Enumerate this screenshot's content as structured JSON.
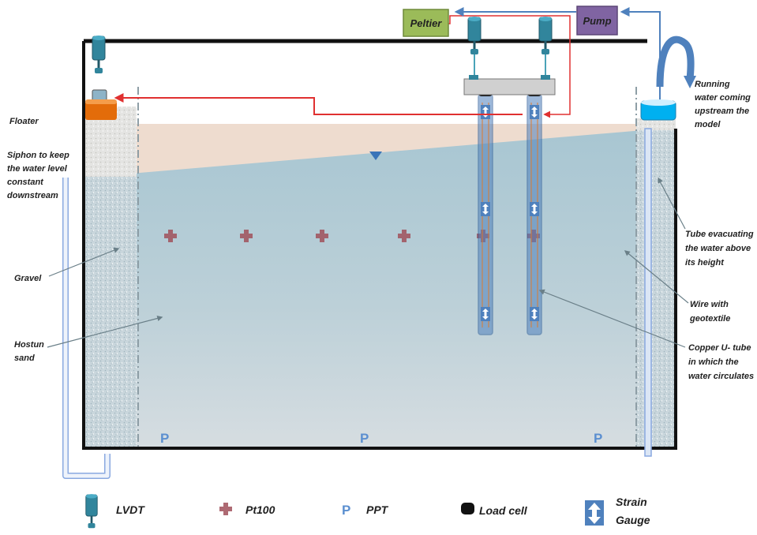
{
  "components": {
    "peltier": "Peltier",
    "pump": "Pump"
  },
  "labels": {
    "floater": "Floater",
    "siphon": [
      "Siphon to keep",
      "the water level",
      "constant",
      "downstream"
    ],
    "gravel": "Gravel",
    "hostun": [
      "Hostun",
      "sand"
    ],
    "running_water": [
      "Running",
      "water coming",
      "upstream the",
      "model"
    ],
    "tube_evacuating": [
      "Tube evacuating",
      "the water above",
      "its height"
    ],
    "wire": [
      "Wire with",
      "geotextile"
    ],
    "copper": [
      "Copper U- tube",
      "in which the",
      "water circulates"
    ]
  },
  "ppt_marker": "P",
  "legend": {
    "lvdt": "LVDT",
    "pt100": "Pt100",
    "ppt": "PPT",
    "load_cell": "Load cell",
    "strain_gauge": [
      "Strain",
      "Gauge"
    ]
  },
  "colors": {
    "peltier_fill": "#9bbb59",
    "pump_fill": "#8064a2",
    "water": "#b6cfd9",
    "dry_sand": "#eedccf",
    "pipe_red": "#e03030",
    "pipe_blue": "#4f81bd",
    "lvdt": "#31859c",
    "pt100": "#a0505a",
    "floater_orange": "#e36c0a",
    "running_water_blue": "#00b0f0"
  }
}
